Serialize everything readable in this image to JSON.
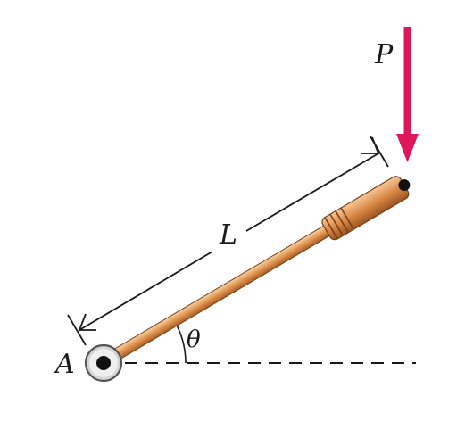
{
  "labels": {
    "load": "P",
    "length": "L",
    "pivot": "A",
    "angle": "θ"
  },
  "colors": {
    "rod": "#d98a4a",
    "rod_dark": "#9a5424",
    "rod_light": "#f3c99a",
    "force_arrow": "#e0165a",
    "pin": "#c8c8c8",
    "ink": "#1a1a1a"
  }
}
